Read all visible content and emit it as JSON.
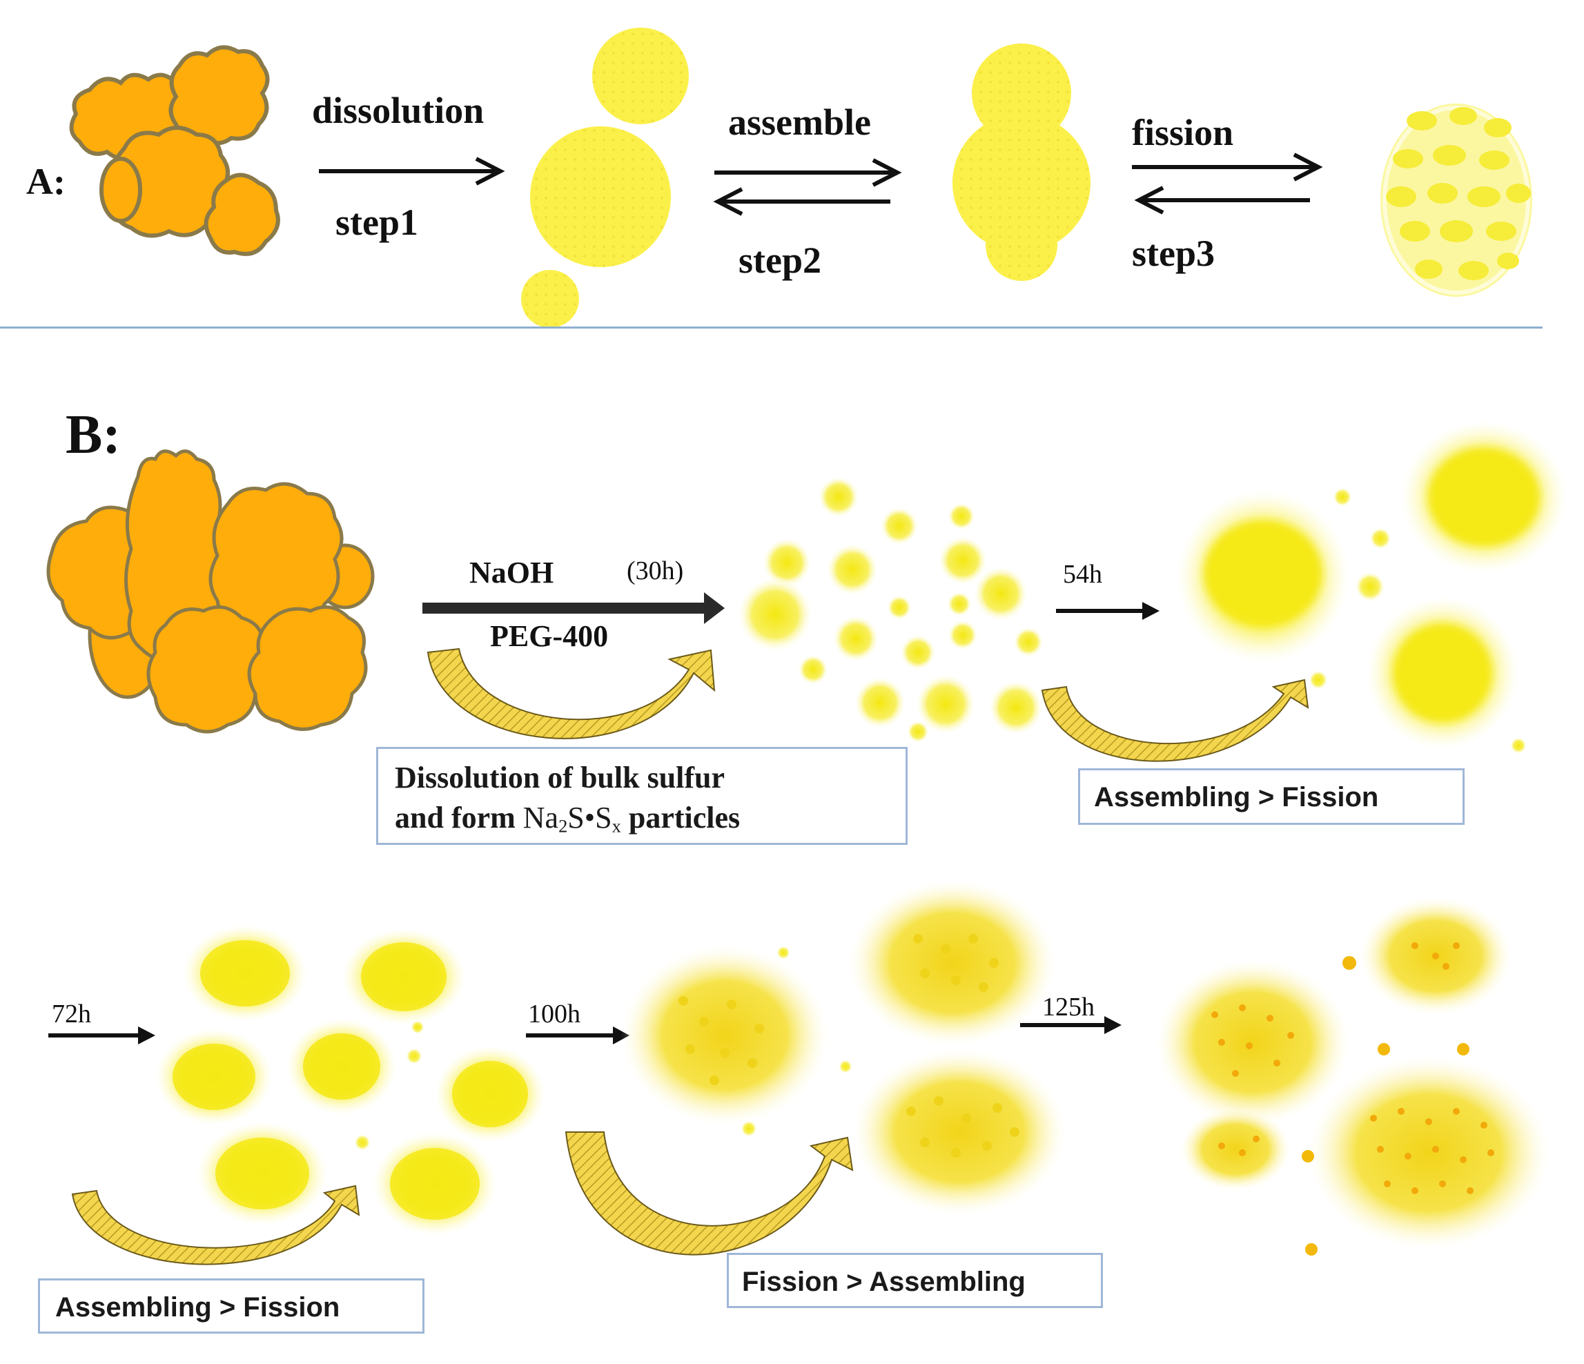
{
  "panel_a": {
    "label": "A:",
    "dissolution": "dissolution",
    "step1": "step1",
    "assemble": "assemble",
    "step2": "step2",
    "fission": "fission",
    "step3": "step3"
  },
  "panel_b": {
    "label": "B:",
    "naoh": "NaOH",
    "time_30h": "(30h)",
    "peg": "PEG-400",
    "dissolution_box_line1": "Dissolution  of  bulk sulfur",
    "dissolution_box_line2_pre": "and form ",
    "dissolution_box_formula_na": "Na",
    "dissolution_box_formula_2": "2",
    "dissolution_box_formula_s": "S•S",
    "dissolution_box_formula_x": "x",
    "dissolution_box_line2_post": " particles",
    "time_54h": "54h",
    "box_54h": "Assembling > Fission",
    "time_72h": "72h",
    "box_72h": "Assembling > Fission",
    "time_100h": "100h",
    "time_125h": "125h",
    "box_fission": "Fission > Assembling"
  },
  "colors": {
    "bulk_sulfur": "#ffad0a",
    "bulk_outline": "#8a7a4a",
    "particle_yellow": "#f7ee2a",
    "particle_light": "#fbf57a",
    "orange_dot": "#f5a30c",
    "arrow": "#111111",
    "curved_arrow_fill": "#f0d24a",
    "box_border": "#9fb7d8",
    "divider": "#8fb0d0"
  }
}
